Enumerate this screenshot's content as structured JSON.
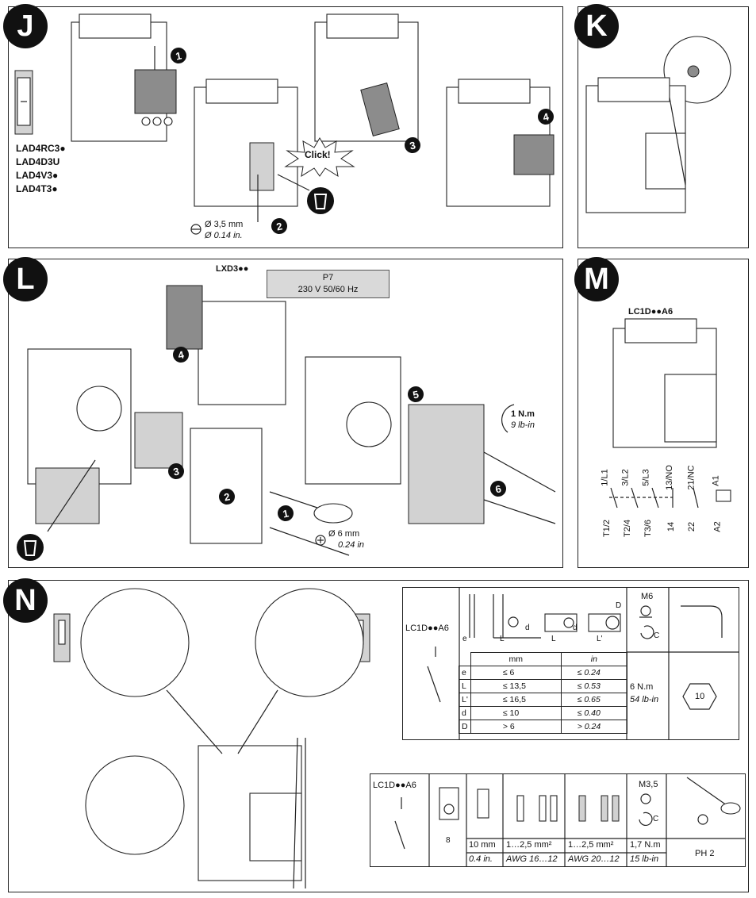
{
  "panels": {
    "J": {
      "letter": "J",
      "models": [
        "LAD4RC3●",
        "LAD4D3U",
        "LAD4V3●",
        "LAD4T3●"
      ],
      "steps": [
        "1",
        "2",
        "3",
        "4"
      ],
      "click_text": "Click!",
      "screwdriver_mm": "Ø 3,5 mm",
      "screwdriver_in": "Ø 0.14 in."
    },
    "K": {
      "letter": "K"
    },
    "L": {
      "letter": "L",
      "model": "LXD3●●",
      "label_line1": "P7",
      "label_line2": "230 V    50/60 Hz",
      "steps": [
        "1",
        "2",
        "3",
        "4",
        "5",
        "6"
      ],
      "torque_nm": "1 N.m",
      "torque_lbin": "9 lb-in",
      "screwdriver_mm": "Ø 6 mm",
      "screwdriver_in": "0.24 in"
    },
    "M": {
      "letter": "M",
      "model": "LC1D●●A6",
      "terminals_top": [
        "1/L1",
        "3/L2",
        "5/L3",
        "13/NO",
        "21/NC",
        "A1"
      ],
      "terminals_bottom": [
        "T1/2",
        "T2/4",
        "T3/6",
        "14",
        "22",
        "A2"
      ]
    },
    "N": {
      "letter": "N",
      "table1": {
        "model": "LC1D●●A6",
        "screw": "M6",
        "header_mm": "mm",
        "header_in": "in",
        "rows": [
          {
            "key": "e",
            "mm": "≤ 6",
            "in": "≤ 0.24"
          },
          {
            "key": "L",
            "mm": "≤ 13,5",
            "in": "≤ 0.53"
          },
          {
            "key": "L'",
            "mm": "≤ 16,5",
            "in": "≤ 0.65"
          },
          {
            "key": "d",
            "mm": "≤ 10",
            "in": "≤ 0.40"
          },
          {
            "key": "D",
            "mm": ">  6",
            "in": "> 0.24"
          }
        ],
        "torque_nm": "6 N.m",
        "torque_lbin": "54 lb-in",
        "wrench": "10",
        "dim_labels": [
          "e",
          "L",
          "d",
          "L",
          "d",
          "D",
          "L'",
          "C"
        ]
      },
      "table2": {
        "model": "LC1D●●A6",
        "dim": "8",
        "strip_mm": "10 mm",
        "strip_in": "0.4 in.",
        "solid_mm": "1…2,5 mm²",
        "solid_awg": "AWG 16…12",
        "flex_mm": "1…2,5 mm²",
        "flex_awg": "AWG 20…12",
        "screw": "M3,5",
        "torque_nm": "1,7 N.m",
        "torque_lbin": "15 lb-in",
        "driver": "PH 2",
        "c_label": "C"
      }
    }
  }
}
